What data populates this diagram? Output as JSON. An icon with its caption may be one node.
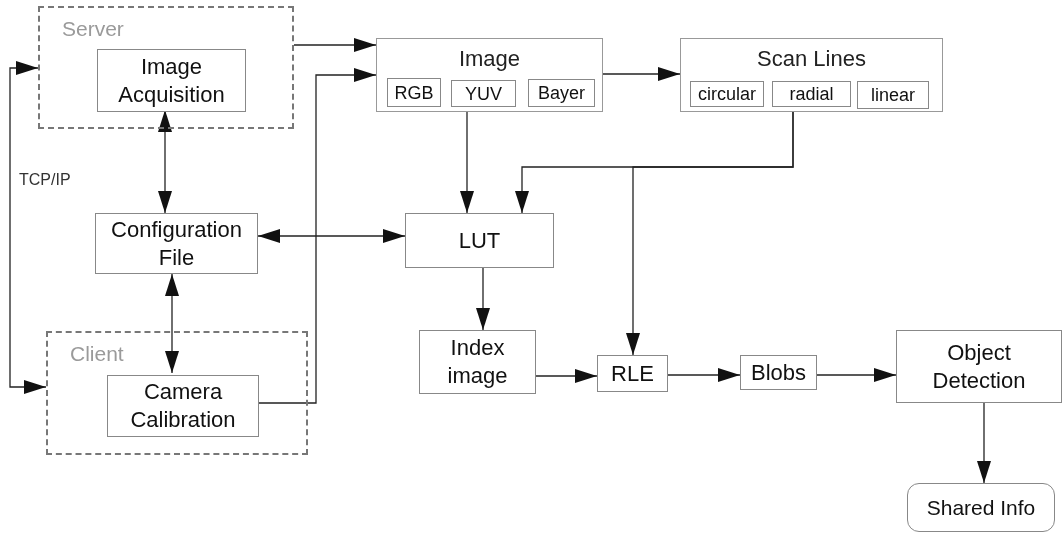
{
  "diagram": {
    "nodes": [
      {
        "text": [
          "Server"
        ]
      },
      {
        "text": [
          "Image Acquisition"
        ],
        "in": 0
      },
      {
        "text": [
          "Image"
        ]
      },
      {
        "text": [
          "RGB"
        ],
        "in": 2
      },
      {
        "text": [
          "YUV"
        ],
        "in": 2
      },
      {
        "text": [
          "Bayer"
        ],
        "in": 2
      },
      {
        "text": [
          "Scan Lines"
        ]
      },
      {
        "text": [
          "circular"
        ],
        "in": 6
      },
      {
        "text": [
          "radial"
        ],
        "in": 6
      },
      {
        "text": [
          "linear"
        ],
        "in": 6
      },
      {
        "text": [
          "Configuration File"
        ]
      },
      {
        "text": [
          "LUT"
        ]
      },
      {
        "text": [
          "Client"
        ]
      },
      {
        "text": [
          "Camera Calibration"
        ],
        "in": 12
      },
      {
        "text": [
          "Index image"
        ]
      },
      {
        "text": [
          "RLE"
        ]
      },
      {
        "text": [
          "Blobs"
        ]
      },
      {
        "text": [
          "Object Detection"
        ]
      },
      {
        "text": [
          "Shared Info"
        ]
      }
    ],
    "edges": [
      {
        "from": 0,
        "to": 12,
        "arrow": "both",
        "label": "TCP/IP"
      },
      {
        "from": 0,
        "to": 2,
        "arrow": "to"
      },
      {
        "from": 13,
        "to": 2,
        "arrow": "to"
      },
      {
        "from": 1,
        "to": 10,
        "arrow": "both"
      },
      {
        "from": 10,
        "to": 13,
        "arrow": "both"
      },
      {
        "from": 10,
        "to": 11,
        "arrow": "both"
      },
      {
        "from": 2,
        "to": 6,
        "arrow": "to"
      },
      {
        "from": 2,
        "to": 11,
        "arrow": "to"
      },
      {
        "from": 6,
        "to": 11,
        "arrow": "to"
      },
      {
        "from": 6,
        "to": 15,
        "arrow": "to"
      },
      {
        "from": 11,
        "to": 14,
        "arrow": "to"
      },
      {
        "from": 14,
        "to": 15,
        "arrow": "to"
      },
      {
        "from": 15,
        "to": 16,
        "arrow": "to"
      },
      {
        "from": 16,
        "to": 17,
        "arrow": "to"
      },
      {
        "from": 17,
        "to": 18,
        "arrow": "to"
      }
    ]
  }
}
